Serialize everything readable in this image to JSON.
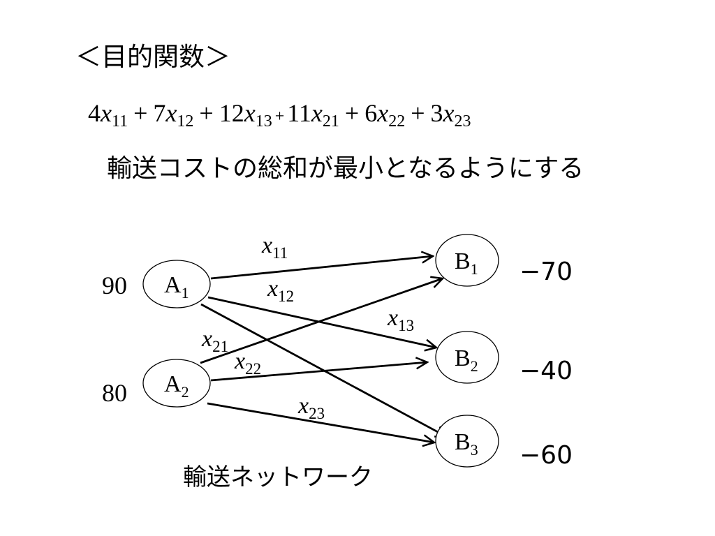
{
  "objective": {
    "heading": "＜目的関数＞",
    "terms": [
      {
        "coef": "4",
        "var": "x",
        "sub": "11"
      },
      {
        "op": "+",
        "coef": "7",
        "var": "x",
        "sub": "12"
      },
      {
        "op": "+",
        "coef": "12",
        "var": "x",
        "sub": "13"
      },
      {
        "op": "+",
        "small": true,
        "coef": "11",
        "var": "x",
        "sub": "21"
      },
      {
        "op": "+",
        "coef": "6",
        "var": "x",
        "sub": "22"
      },
      {
        "op": "+",
        "coef": "3",
        "var": "x",
        "sub": "23"
      }
    ],
    "description": "輸送コストの総和が最小となるようにする"
  },
  "network": {
    "title": "輸送ネットワーク",
    "sources": [
      {
        "id": "A1",
        "letter": "A",
        "sub": "1",
        "supply": "90"
      },
      {
        "id": "A2",
        "letter": "A",
        "sub": "2",
        "supply": "80"
      }
    ],
    "sinks": [
      {
        "id": "B1",
        "letter": "B",
        "sub": "1",
        "demand": "−70"
      },
      {
        "id": "B2",
        "letter": "B",
        "sub": "2",
        "demand": "−40"
      },
      {
        "id": "B3",
        "letter": "B",
        "sub": "3",
        "demand": "−60"
      }
    ],
    "edges": [
      {
        "from": "A1",
        "to": "B1",
        "var": "x",
        "sub": "11"
      },
      {
        "from": "A1",
        "to": "B2",
        "var": "x",
        "sub": "12"
      },
      {
        "from": "A1",
        "to": "B3",
        "var": "x",
        "sub": "13"
      },
      {
        "from": "A2",
        "to": "B1",
        "var": "x",
        "sub": "21"
      },
      {
        "from": "A2",
        "to": "B2",
        "var": "x",
        "sub": "22"
      },
      {
        "from": "A2",
        "to": "B3",
        "var": "x",
        "sub": "23"
      }
    ]
  }
}
